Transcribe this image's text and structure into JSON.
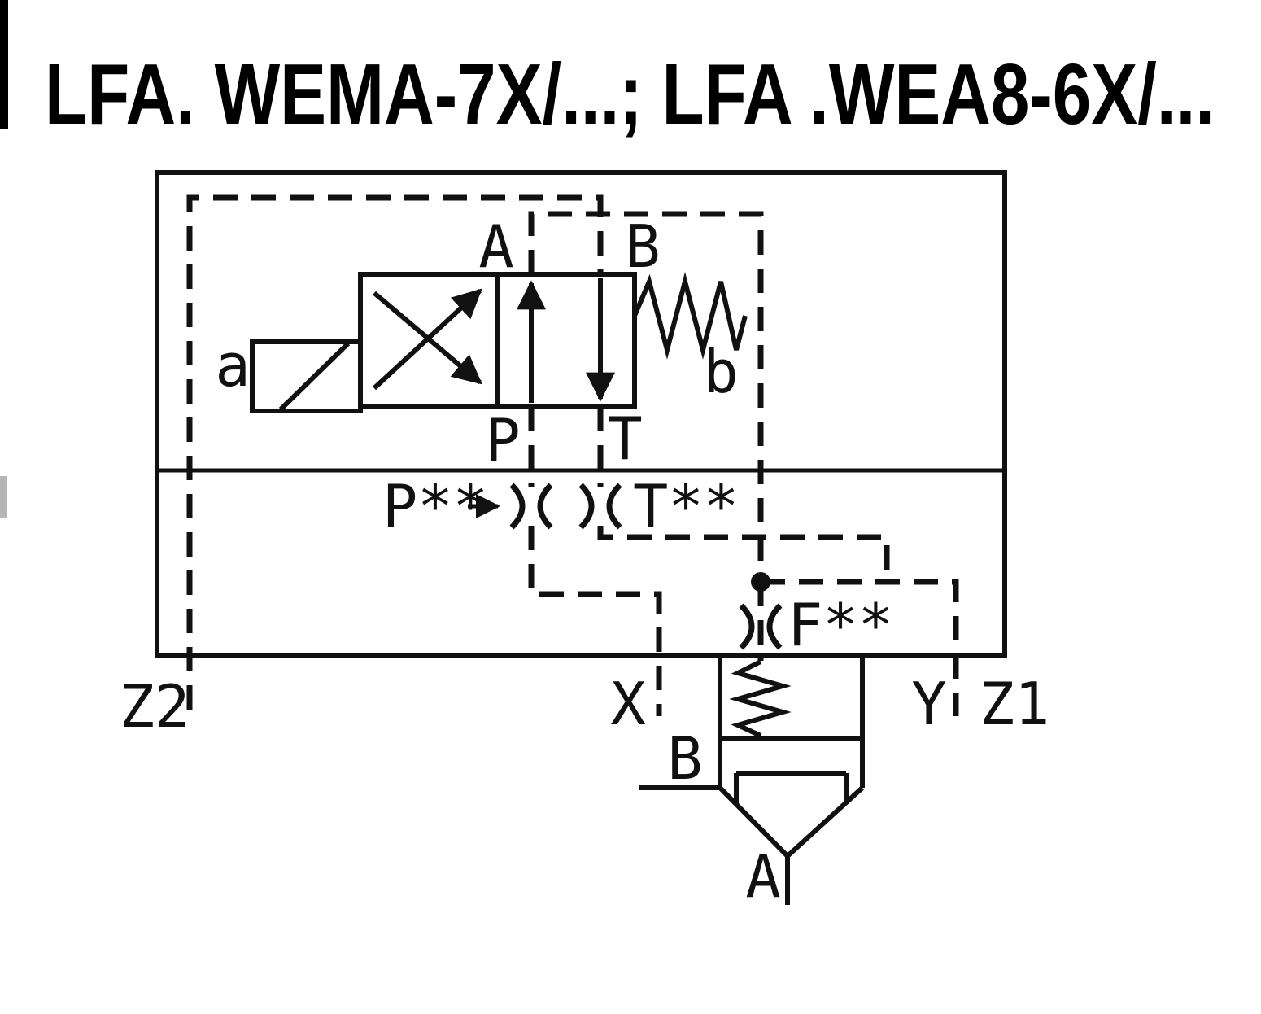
{
  "page": {
    "title": "LFA. WEMA-7X/...; LFA .WEA8-6X/..."
  },
  "diagram": {
    "pilot_valve": {
      "port_a": "A",
      "port_b": "B",
      "port_p": "P",
      "port_t": "T",
      "solenoid_label": "a",
      "spring_label": "b"
    },
    "orifices": {
      "p_label": "P**",
      "t_label": "T**",
      "f_label": "F**"
    },
    "ports": {
      "z2": "Z2",
      "x": "X",
      "y": "Y",
      "z1": "Z1",
      "main_b": "B",
      "main_a": "A"
    }
  },
  "colors": {
    "line": "#111111",
    "background": "#ffffff"
  }
}
